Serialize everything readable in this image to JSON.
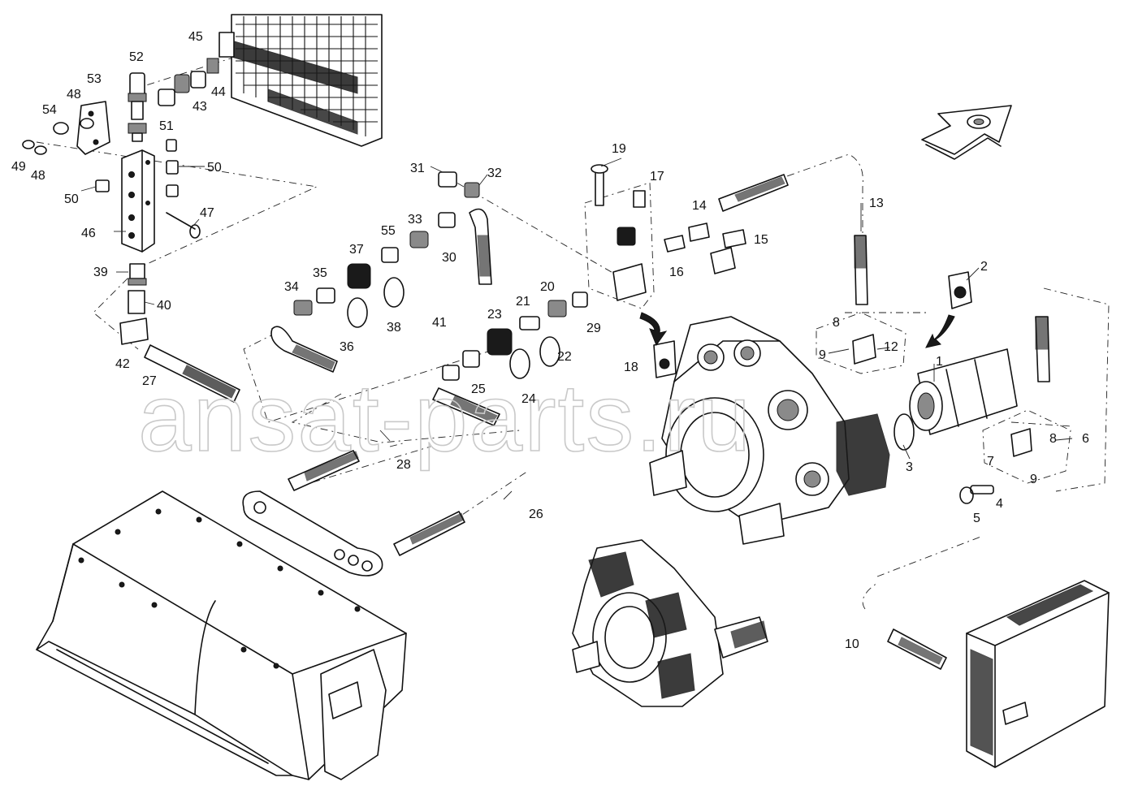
{
  "watermark": "ansat-parts.ru",
  "callouts": [
    "1",
    "2",
    "3",
    "4",
    "5",
    "6",
    "7",
    "8",
    "8",
    "9",
    "9",
    "10",
    "12",
    "13",
    "14",
    "15",
    "16",
    "17",
    "18",
    "19",
    "20",
    "21",
    "22",
    "23",
    "24",
    "25",
    "26",
    "27",
    "28",
    "29",
    "30",
    "31",
    "32",
    "33",
    "34",
    "35",
    "36",
    "37",
    "38",
    "39",
    "40",
    "41",
    "42",
    "43",
    "44",
    "45",
    "46",
    "47",
    "48",
    "48",
    "49",
    "50",
    "50",
    "51",
    "52",
    "53",
    "54",
    "55"
  ]
}
